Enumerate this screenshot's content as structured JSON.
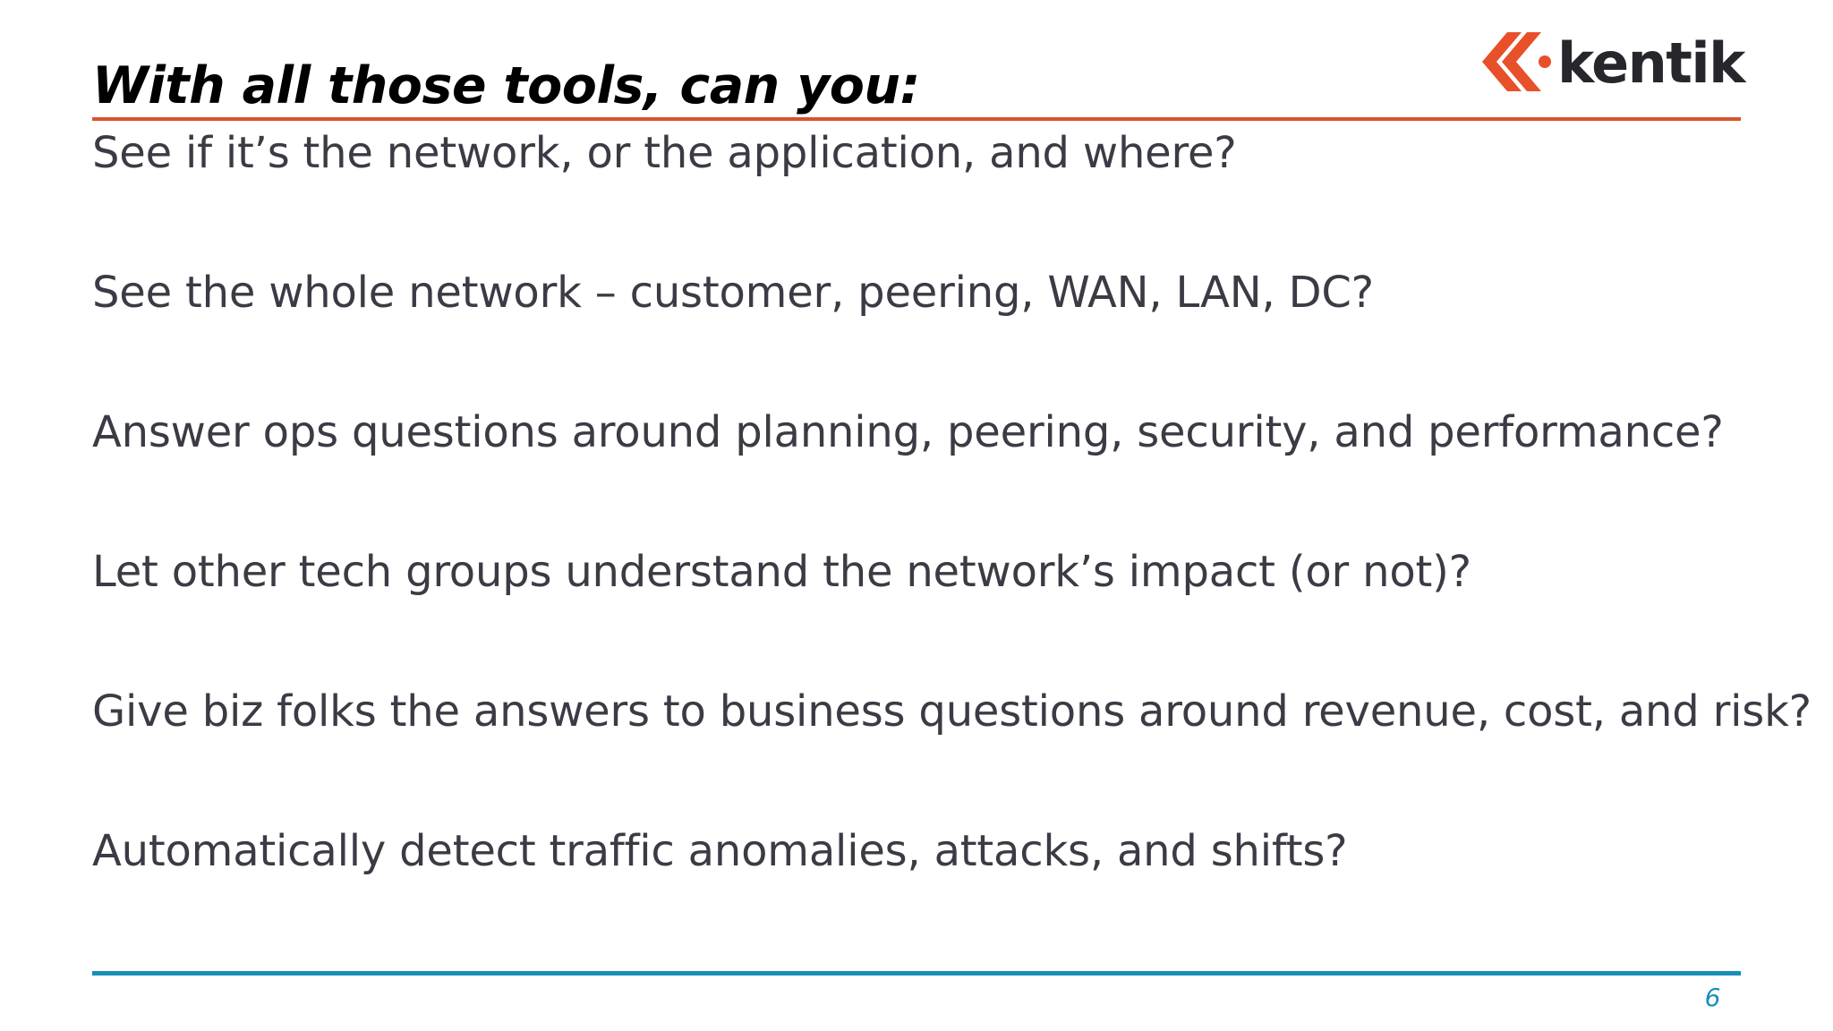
{
  "slide": {
    "title": "With all those tools, can you:",
    "page_number": "6",
    "background_color": "#FFFFFF",
    "title_color": "#000000",
    "body_color": "#3B3B45",
    "accent_orange": "#D9532C",
    "accent_blue": "#1790B7"
  },
  "logo": {
    "wordmark": "kentik",
    "mark_icon": "double-chevron-left-icon",
    "dot_icon": "dot-icon",
    "mark_color": "#E8502A",
    "wordmark_color": "#26262C"
  },
  "rules": {
    "top_color": "#D9532C",
    "bottom_color": "#1790B7"
  },
  "body": {
    "lines": [
      "See if it’s the network, or the application, and where?",
      "See the whole network – customer, peering, WAN, LAN, DC?",
      "Answer ops questions around planning, peering, security, and performance?",
      "Let other tech groups understand the network’s impact (or not)?",
      "Give biz folks the answers to business questions around revenue, cost, and risk?",
      "Automatically detect traffic anomalies, attacks, and shifts?"
    ]
  }
}
